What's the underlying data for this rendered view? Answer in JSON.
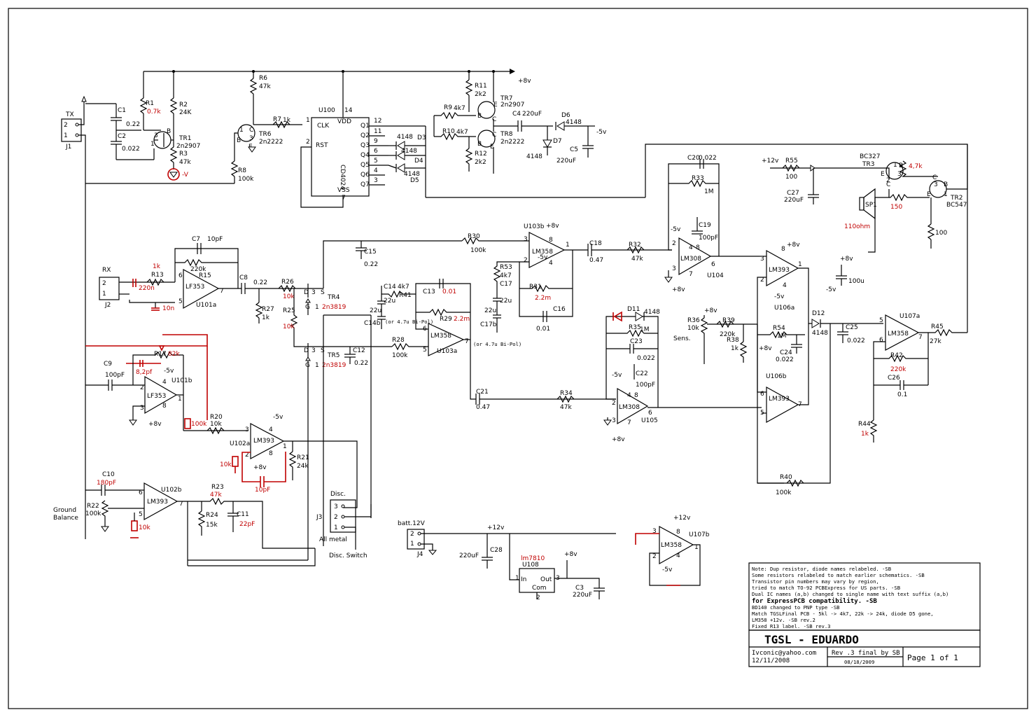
{
  "title_block": {
    "title": "TGSL - EDUARDO",
    "email": "Ivconic@yahoo.com",
    "date": "12/11/2008",
    "revision": "Rev .3 final by SB",
    "rev_date": "08/18/2009",
    "page": "Page 1 of 1"
  },
  "notes": [
    "Note: Dup resistor, diode names relabeled. -SB",
    "Some resistors relabeled to match earlier schematics. -SB",
    "Transistor pin numbers may vary by region,",
    "  tried to match TO-92 PCBExpress for US parts.  -SB",
    "Dual IC names (a,b) changed to single name with text suffix (a,b)",
    "  for ExpressPCB compatibility. -SB",
    "BD140 changed to PNP type  -SB",
    "Match TGSLFinal PCB - 5kl -> 4k7, 22k -> 24k, diode D5 gone,",
    "LM358 +12v. -SB rev.2",
    "Fixed R13 label. -SB rev.3"
  ],
  "colors": {
    "wire": "#000000",
    "modification": "#c00000",
    "background": "#ffffff"
  },
  "labels": {
    "plus8": "+8v",
    "minus5": "-5v",
    "minusV": "-V",
    "plus12": "+12v",
    "p8": "+8v",
    "m5": "-5v",
    "p12": "+12v",
    "pm8": "+8v",
    "mm5": "-5v",
    "TX": "TX",
    "J1": "J1",
    "J1p2": "2",
    "J1p1": "1",
    "RX": "RX",
    "J2": "J2",
    "J2p2": "2",
    "J2p1": "1",
    "R1": "R1",
    "R1v": "0.7k",
    "R2": "R2",
    "R2v": "24K",
    "R3": "R3",
    "R3v": "47k",
    "C1": "C1",
    "C1v": "0.22",
    "C2": "C2",
    "C2v": "0.022",
    "TR1": "TR1",
    "TR1t": "2n2907",
    "R6": "R6",
    "R6v": "47k",
    "R7": "R7",
    "R7v": "1k",
    "R8": "R8",
    "R8v": "100k",
    "TR6": "TR6",
    "TR6t": "2n2222",
    "U100": "U100",
    "CD4024": "CD4024",
    "VDD": "VDD",
    "VSS": "VSS",
    "CLK": "CLK",
    "RST": "RST",
    "Q1": "Q1",
    "Q2": "Q2",
    "Q3": "Q3",
    "Q4": "Q4",
    "Q5": "Q5",
    "Q6": "Q6",
    "Q7": "Q7",
    "D3": "D3",
    "D4": "D4",
    "D5": "D5",
    "d4148a": "4148",
    "d4148b": "4148",
    "d4148c": "4148",
    "R9": "R9",
    "R9v": "4k7",
    "R10": "R10",
    "R10v": "4k7",
    "R11": "R11",
    "R11v": "2k2",
    "R12": "R12",
    "R12v": "2k2",
    "TR7": "TR7",
    "TR7t": "2n2907",
    "TR8": "TR8",
    "TR8t": "2n2222",
    "C4": "C4",
    "C4v": "220uF",
    "C5": "C5",
    "C5v": "220uF",
    "D6": "D6",
    "D6v": "4148",
    "D7": "D7",
    "D7v": "4148",
    "m5v": "-5v",
    "C7": "C7",
    "C7v": "10pF",
    "R15": "R15",
    "R15v": "220k",
    "R13": "R13",
    "R13v": "1k",
    "U101a": "U101a",
    "LF353a": "LF353",
    "c220n": "220n",
    "c10n": "10n",
    "C8": "C8",
    "C8v": "0.22",
    "R26": "R26",
    "R26v": "10k",
    "R25": "R25",
    "R25v": "10k",
    "R27": "R27",
    "R27v": "1k",
    "TR4": "TR4",
    "TR4t": "2n3819",
    "TR5": "TR5",
    "TR5t": "2n3819",
    "C15": "C15",
    "C15v": "0.22",
    "C12": "C12",
    "C12v": "0.22",
    "R30": "R30",
    "R30v": "100k",
    "R28": "R28",
    "R28v": "100k",
    "U103b": "U103b",
    "LM358b": "LM358",
    "U103a": "U103a",
    "LM358a": "LM358",
    "C14": "C14",
    "C14v": "22u",
    "C14b": "C14b",
    "R41": "R41",
    "R41v": "4k7",
    "C13": "C13",
    "C13v": "0.01",
    "R29": "R29",
    "R29v": "2.2m",
    "bipol": "(or 4.7u Bi-Pol)",
    "R53": "R53",
    "R53v": "4k7",
    "C17": "C17",
    "C17v": "22u",
    "C17b": "C17b",
    "R31": "R31",
    "R31v": "2.2m",
    "C16": "C16",
    "C16v": "0.01",
    "C18": "C18",
    "C18v": "0.47",
    "R32": "R32",
    "R32v": "47k",
    "C20": "C20",
    "C20v": "0.022",
    "R33": "R33",
    "R33v": "1M",
    "C19": "C19",
    "C19v": "100pF",
    "U104": "U104",
    "LM308a": "LM308",
    "R55": "R55",
    "R55v": "100",
    "C27": "C27",
    "C27v": "220uF",
    "TR3": "TR3",
    "BC327": "BC327",
    "TR2": "TR2",
    "BC547": "BC547",
    "r47k": "4,7k",
    "SP1": "SP1",
    "sp110": "110ohm",
    "r150": "150",
    "r100": "100",
    "U106a": "U106a",
    "LM393a": "LM393",
    "c100u": "100u",
    "D11": "D11",
    "D11v": "4148",
    "R35": "R35",
    "R35v": "1M",
    "C23": "C23",
    "C23v": "0.022",
    "C22": "C22",
    "C22v": "100pF",
    "U105": "U105",
    "LM308b": "LM308",
    "R36": "R36",
    "R36v": "10k",
    "Sens": "Sens.",
    "R39": "R39",
    "R39v": "220k",
    "R38": "R38",
    "R38v": "1k",
    "R54": "R54",
    "R54v": "1M",
    "C24": "C24",
    "C24v": "0.022",
    "U106b": "U106b",
    "LM393b": "LM393",
    "D12": "D12",
    "D12v": "4148",
    "C25": "C25",
    "C25v": "0.022",
    "U107a": "U107a",
    "LM358c": "LM358",
    "R45": "R45",
    "R45v": "27k",
    "R42": "R42",
    "R42v": "220k",
    "C26": "C26",
    "C26v": "0.1",
    "R44": "R44",
    "R44v": "1k",
    "R40": "R40",
    "R40v": "100k",
    "C21": "C21",
    "C21v": "0.47",
    "R34": "R34",
    "R34v": "47k",
    "R17": "R17",
    "R17v": "82k",
    "c82pf": "8,2pf",
    "C9": "C9",
    "C9v": "100pF",
    "U101b": "U101b",
    "LF353b": "LF353",
    "r100k": "100k",
    "R20": "R20",
    "R20v": "10k",
    "U102a": "U102a",
    "LM393c": "LM393",
    "r10ka": "10k",
    "c10pf": "10pF",
    "R21": "R21",
    "R21v": "24k",
    "C10": "C10",
    "C10v": "180pF",
    "GroundBal": "Ground",
    "GroundBal2": "Balance",
    "R22": "R22",
    "R22v": "100k",
    "U102b": "U102b",
    "LM393d": "LM393",
    "r10kb": "10k",
    "R23": "R23",
    "R23v": "47k",
    "R24": "R24",
    "R24v": "15k",
    "C11": "C11",
    "C11v": "22pF",
    "J3": "J3",
    "Disc": "Disc.",
    "Allmetal": "All metal",
    "DiscSwitch": "Disc. Switch",
    "batt": "batt.12V",
    "J4": "J4",
    "C28": "C28",
    "C28v": "220uF",
    "lm7810": "lm7810",
    "U108": "U108",
    "In": "In",
    "Out": "Out",
    "Com": "Com",
    "C3": "C3",
    "C3v": "220uF",
    "U107b": "U107b",
    "LM358d": "LM358",
    "n1": "1",
    "n2": "2",
    "n3": "3",
    "n4": "4",
    "n5": "5",
    "n6": "6",
    "n7": "7",
    "n8": "8",
    "n9": "9",
    "n11": "11",
    "n12": "12",
    "n14": "14",
    "B": "B",
    "C": "C",
    "E": "E",
    "D": "D",
    "S": "S",
    "G": "G"
  }
}
